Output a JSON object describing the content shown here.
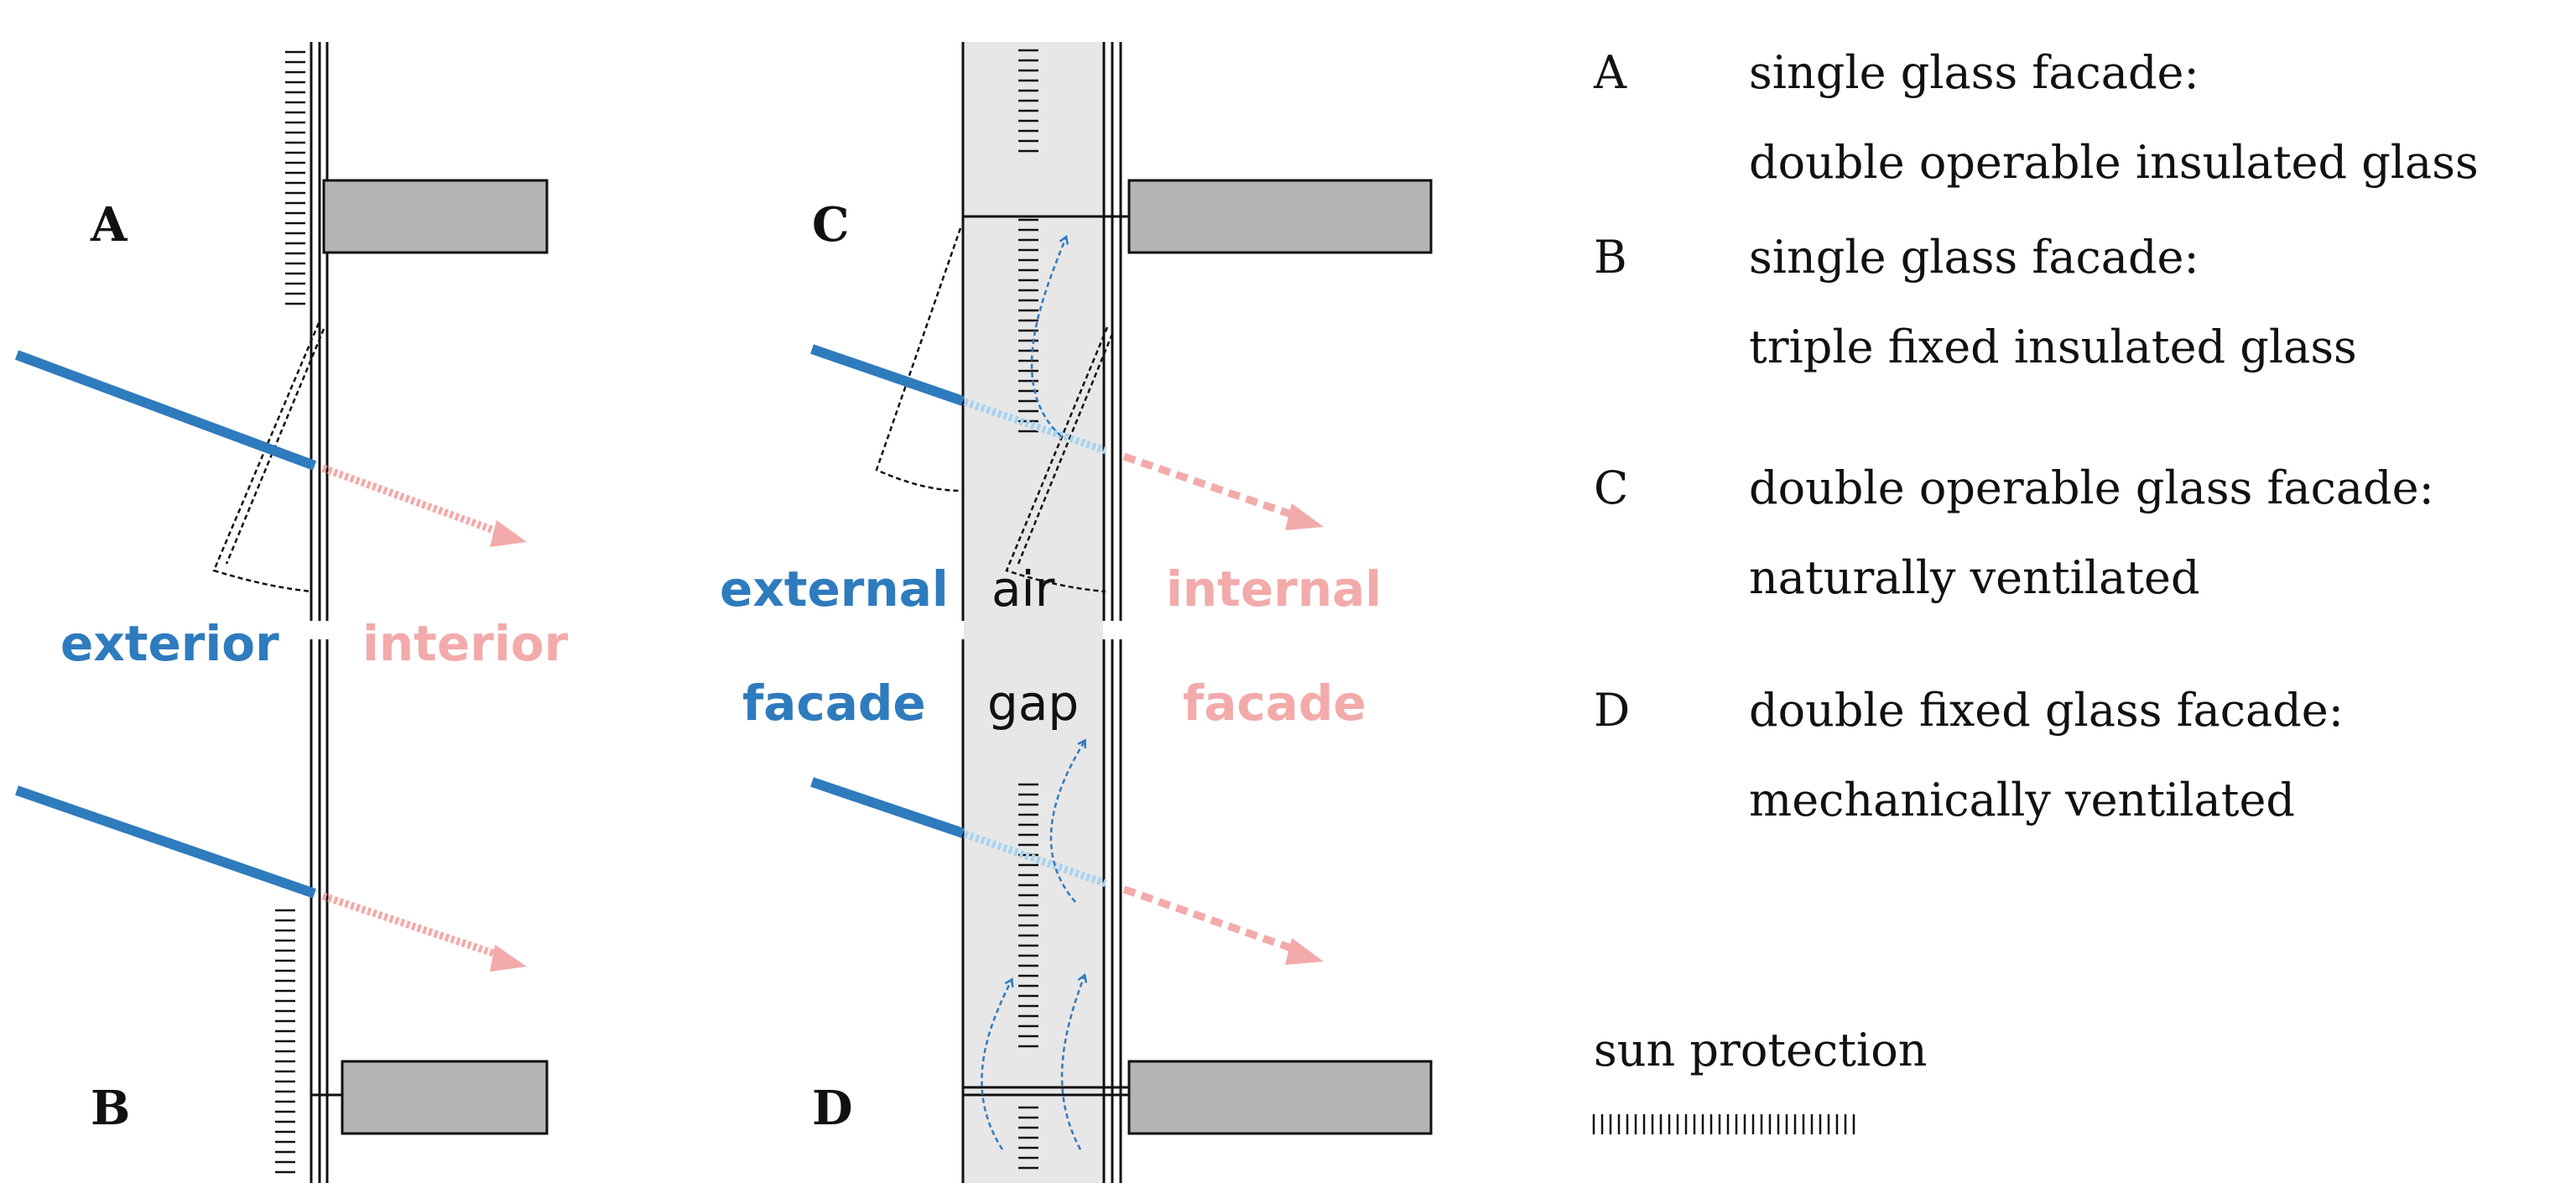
{
  "labels": {
    "a": "A",
    "b": "B",
    "c": "C",
    "d": "D",
    "exterior": "exterior",
    "interior": "interior",
    "external_1": "external",
    "external_2": "facade",
    "airgap_1": "air",
    "airgap_2": "gap",
    "internal_1": "internal",
    "internal_2": "facade"
  },
  "legend": {
    "items": [
      {
        "key": "A",
        "line1": "single glass facade:",
        "line2": "double operable insulated glass"
      },
      {
        "key": "B",
        "line1": "single glass facade:",
        "line2": "triple fixed insulated glass"
      },
      {
        "key": "C",
        "line1": "double operable glass facade:",
        "line2": "naturally ventilated"
      },
      {
        "key": "D",
        "line1": "double fixed glass facade:",
        "line2": "mechanically ventilated"
      }
    ],
    "sun_protection": "sun protection"
  },
  "colors": {
    "sun_ray": "#2e7bbd",
    "sun_ray_filtered": "#a9d3ef",
    "transmitted": "#f3aaaa",
    "slab": "#b4b4b4",
    "air_gap": "#e7e7e7",
    "ink": "#111111"
  }
}
